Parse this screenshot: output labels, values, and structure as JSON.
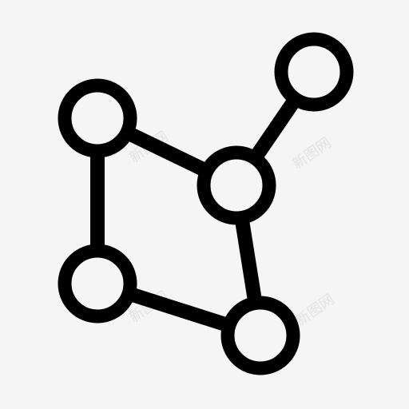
{
  "icon": {
    "name": "graph-network-icon",
    "stroke_color": "#000000",
    "fill_color": "#f5f5f5",
    "background": "#f5f5f5"
  },
  "watermarks": [
    "新图网",
    "新图网",
    "新图网",
    "新图网"
  ]
}
